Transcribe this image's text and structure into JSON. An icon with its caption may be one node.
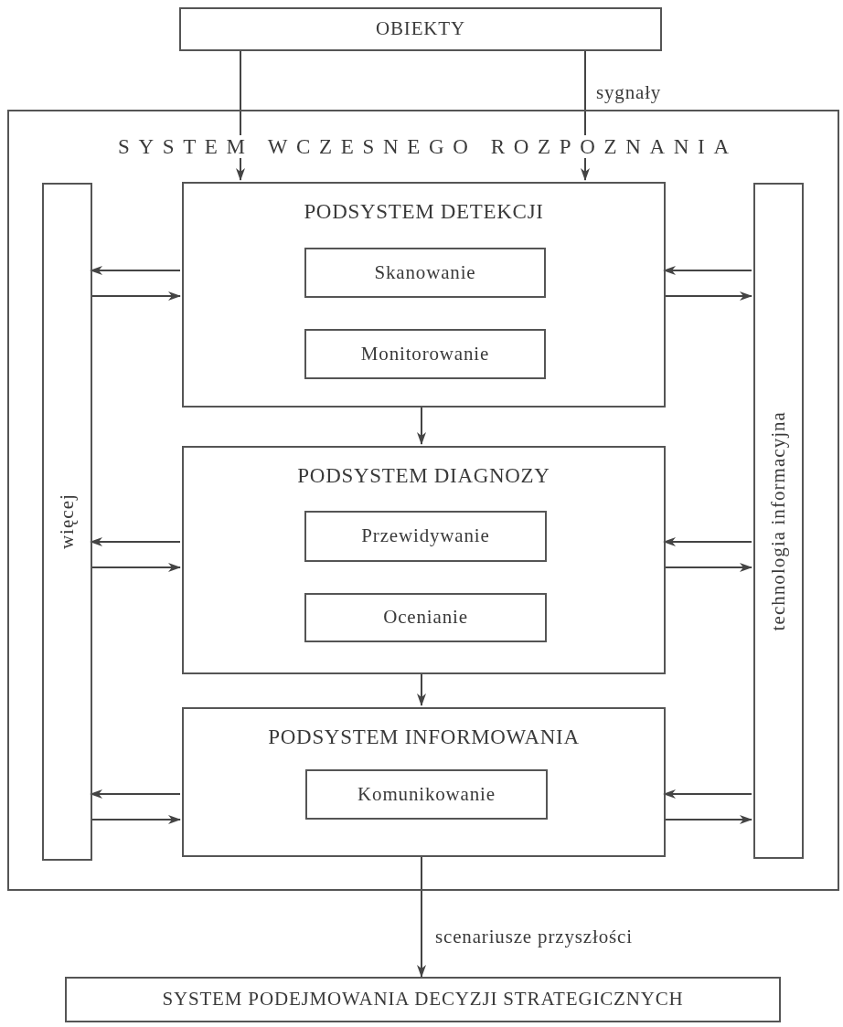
{
  "diagram": {
    "nodes": [
      {
        "text": [
          "OBIEKTY"
        ]
      },
      {
        "text": [
          "SYSTEM WCZESNEGO ROZPOZNANIA"
        ]
      },
      {
        "text": [
          "więcej"
        ],
        "in": 1
      },
      {
        "text": [
          "PODSYSTEM DETEKCJI"
        ],
        "in": 1
      },
      {
        "text": [
          "Skanowanie"
        ],
        "in": 3
      },
      {
        "text": [
          "Monitorowanie"
        ],
        "in": 3
      },
      {
        "text": [
          "PODSYSTEM DIAGNOZY"
        ],
        "in": 1
      },
      {
        "text": [
          "Przewidywanie"
        ],
        "in": 6
      },
      {
        "text": [
          "Ocenianie"
        ],
        "in": 6
      },
      {
        "text": [
          "PODSYSTEM INFORMOWANIA"
        ],
        "in": 1
      },
      {
        "text": [
          "Komunikowanie"
        ],
        "in": 9
      },
      {
        "text": [
          "technologia informacyjna"
        ],
        "in": 1
      },
      {
        "text": [
          "SYSTEM PODEJMOWANIA DECYZJI STRATEGICZNYCH"
        ]
      }
    ],
    "edges": [
      {
        "from": 0,
        "to": 3,
        "arrow": "to"
      },
      {
        "from": 0,
        "to": 3,
        "label": "sygnały",
        "arrow": "to"
      },
      {
        "from": 3,
        "to": 2,
        "arrow": "to"
      },
      {
        "from": 2,
        "to": 3,
        "arrow": "to"
      },
      {
        "from": 11,
        "to": 3,
        "arrow": "to"
      },
      {
        "from": 3,
        "to": 11,
        "arrow": "to"
      },
      {
        "from": 6,
        "to": 2,
        "arrow": "to"
      },
      {
        "from": 2,
        "to": 6,
        "arrow": "to"
      },
      {
        "from": 11,
        "to": 6,
        "arrow": "to"
      },
      {
        "from": 6,
        "to": 11,
        "arrow": "to"
      },
      {
        "from": 9,
        "to": 2,
        "arrow": "to"
      },
      {
        "from": 2,
        "to": 9,
        "arrow": "to"
      },
      {
        "from": 11,
        "to": 9,
        "arrow": "to"
      },
      {
        "from": 9,
        "to": 11,
        "arrow": "to"
      },
      {
        "from": 3,
        "to": 6,
        "arrow": "to"
      },
      {
        "from": 6,
        "to": 9,
        "arrow": "to"
      },
      {
        "from": 9,
        "to": 12,
        "label": "scenariusze przyszłości",
        "arrow": "to"
      }
    ]
  }
}
